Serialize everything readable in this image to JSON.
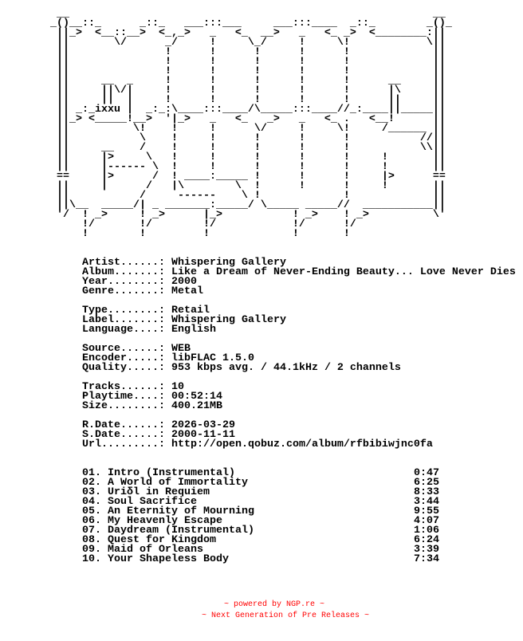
{
  "ascii_art": [
    "        __                                                         __",
    "       _()__::_      _::_   ___:::___     ___:::____  _::_        _()_",
    "        ||_>  <__::__>  <_,_>   _   <_  __>   _   <_ _>  <________:||",
    "        ||       \\/      _/     !     \\_/     !     \\!            \\||",
    "        ||               !      !      !      !      !             ||",
    "        ||               !      !      !      !      !             ||",
    "        ||               !      !      !      !      !             ||",
    "        ||     __  _     !      !      !      !      !      __     ||",
    "        ||     ||\\/|     !      !      !      !      !      |\\     ||",
    "        ||     ||  |     !      !      !      !      !      ||     ||",
    "        || _:_ixxu |  _:_:\\____:::____/\\_____:::____//_:____||_____||",
    "        ||_> <_____!__>  '|_>   _   <_   _>   _   <_ .   <__!      ||",
    "        ||          \\!    !     !      \\/     !     \\!     /______ ||",
    "        ||           \\    !     !      !      !      !           //||",
    "        ||     __    /    !     !      !      !      !           \\\\||",
    "        ||     |>     \\   !     !      !      !      !     !       ||",
    "        ||     |------ \\  !     !      !      !      !     !       ||",
    "        ==     |>      /  ! ____:_____ !      !      !     |>      ==",
    "        ||     |      /   |\\        \\  !      !      !     !       ||",
    "        ||           /     ------    \\ !             !             ||",
    "        ||\\__  _____/| _ _______:_____/ \\_____ _____//  ___________||",
    "        '/  ! _>     ! _>      |_>           ! _>    ! _>          \\'",
    "            !/       !/        !/            !/      !/",
    "            !        !         !             !       !"
  ],
  "info": {
    "groups": [
      [
        {
          "label": "Artist......",
          "value": "Whispering Gallery"
        },
        {
          "label": "Album.......",
          "value": "Like a Dream of Never-Ending Beauty... Love Never Dies"
        },
        {
          "label": "Year........",
          "value": "2000"
        },
        {
          "label": "Genre.......",
          "value": "Metal"
        }
      ],
      [
        {
          "label": "Type........",
          "value": "Retail"
        },
        {
          "label": "Label.......",
          "value": "Whispering Gallery"
        },
        {
          "label": "Language....",
          "value": "English"
        }
      ],
      [
        {
          "label": "Source......",
          "value": "WEB"
        },
        {
          "label": "Encoder.....",
          "value": "libFLAC 1.5.0"
        },
        {
          "label": "Quality.....",
          "value": "953 kbps avg. / 44.1kHz / 2 channels"
        }
      ],
      [
        {
          "label": "Tracks......",
          "value": "10"
        },
        {
          "label": "Playtime....",
          "value": "00:52:14"
        },
        {
          "label": "Size........",
          "value": "400.21MB"
        }
      ],
      [
        {
          "label": "R.Date......",
          "value": "2026-03-29"
        },
        {
          "label": "S.Date......",
          "value": "2000-11-11"
        },
        {
          "label": "Url.........",
          "value": "http://open.qobuz.com/album/rfbibiwjnc0fa"
        }
      ]
    ]
  },
  "tracks": [
    {
      "num": "01.",
      "title": "Intro (Instrumental)",
      "time": "0:47"
    },
    {
      "num": "02.",
      "title": "A World of Immortality",
      "time": "6:25"
    },
    {
      "num": "03.",
      "title": "Uriδl in Requiem",
      "time": "8:33"
    },
    {
      "num": "04.",
      "title": "Soul Sacrifice",
      "time": "3:44"
    },
    {
      "num": "05.",
      "title": "An Eternity of Mourning",
      "time": "9:55"
    },
    {
      "num": "06.",
      "title": "My Heavenly Escape",
      "time": "4:07"
    },
    {
      "num": "07.",
      "title": "Daydream (Instrumental)",
      "time": "1:06"
    },
    {
      "num": "08.",
      "title": "Quest for Kingdom",
      "time": "6:24"
    },
    {
      "num": "09.",
      "title": "Maid of Orleans",
      "time": "3:39"
    },
    {
      "num": "10.",
      "title": "Your Shapeless Body",
      "time": "7:34"
    }
  ],
  "footer": {
    "line1": "~ powered by NGP.re ~",
    "line2": "~ Next Generation of Pre Releases ~",
    "color": "#ff0000"
  }
}
